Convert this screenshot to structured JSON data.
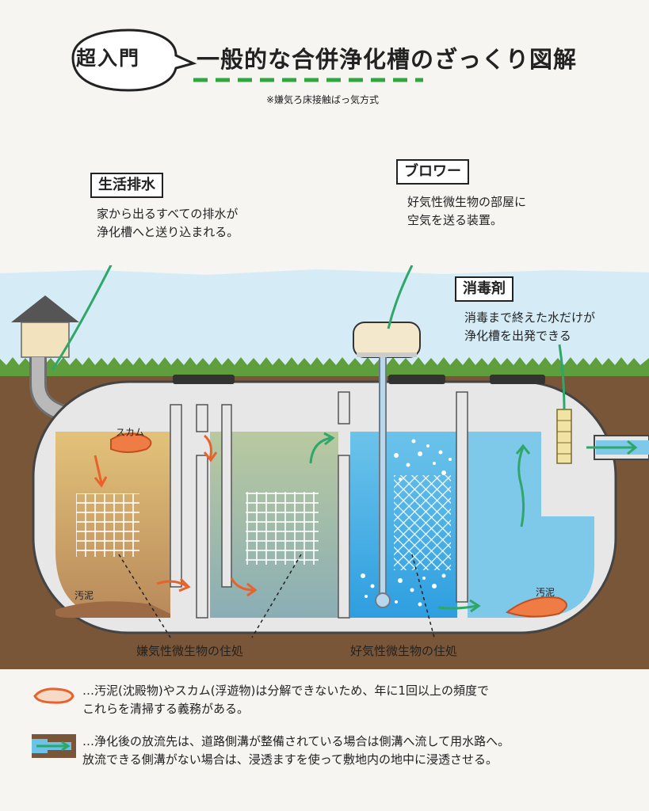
{
  "header": {
    "badge": "超入門",
    "title": "一般的な合併浄化槽のざっくり図解",
    "subtitle": "※嫌気ろ床接触ばっ気方式"
  },
  "callouts": {
    "drain": {
      "tag": "生活排水",
      "lines": [
        "家から出るすべての排水が",
        "浄化槽へと送り込まれる。"
      ]
    },
    "blower": {
      "tag": "ブロワー",
      "lines": [
        "好気性微生物の部屋に",
        "空気を送る装置。"
      ]
    },
    "disinfectant": {
      "tag": "消毒剤",
      "lines": [
        "消毒まで終えた水だけが",
        "浄化槽を出発できる"
      ]
    }
  },
  "tank_labels": {
    "scum": "スカム",
    "sludge_left": "汚泥",
    "sludge_right": "汚泥",
    "anaerobic": "嫌気性微生物の住処",
    "aerobic": "好気性微生物の住処"
  },
  "notes": {
    "sludge": {
      "lines": [
        "…汚泥(沈殿物)やスカム(浮遊物)は分解できないため、年に1回以上の頻度で",
        "これらを清掃する義務がある。"
      ]
    },
    "discharge": {
      "lines": [
        "…浄化後の放流先は、道路側溝が整備されている場合は側溝へ流して用水路へ。",
        "放流できる側溝がない場合は、浸透ますを使って敷地内の地中に浸透させる。"
      ]
    }
  },
  "colors": {
    "sky": "#d5ecf6",
    "grass": "#5f9e3c",
    "soil": "#7a5638",
    "tank_wall": "#e7e7e7",
    "water_anaerobic": "#c8a766",
    "water_blue": "#7ec9ea",
    "water_aerobic": "#4fb4e6",
    "arrow_orange": "#e8622a",
    "arrow_green": "#2fa66a",
    "accent_green": "#2fa63e"
  }
}
